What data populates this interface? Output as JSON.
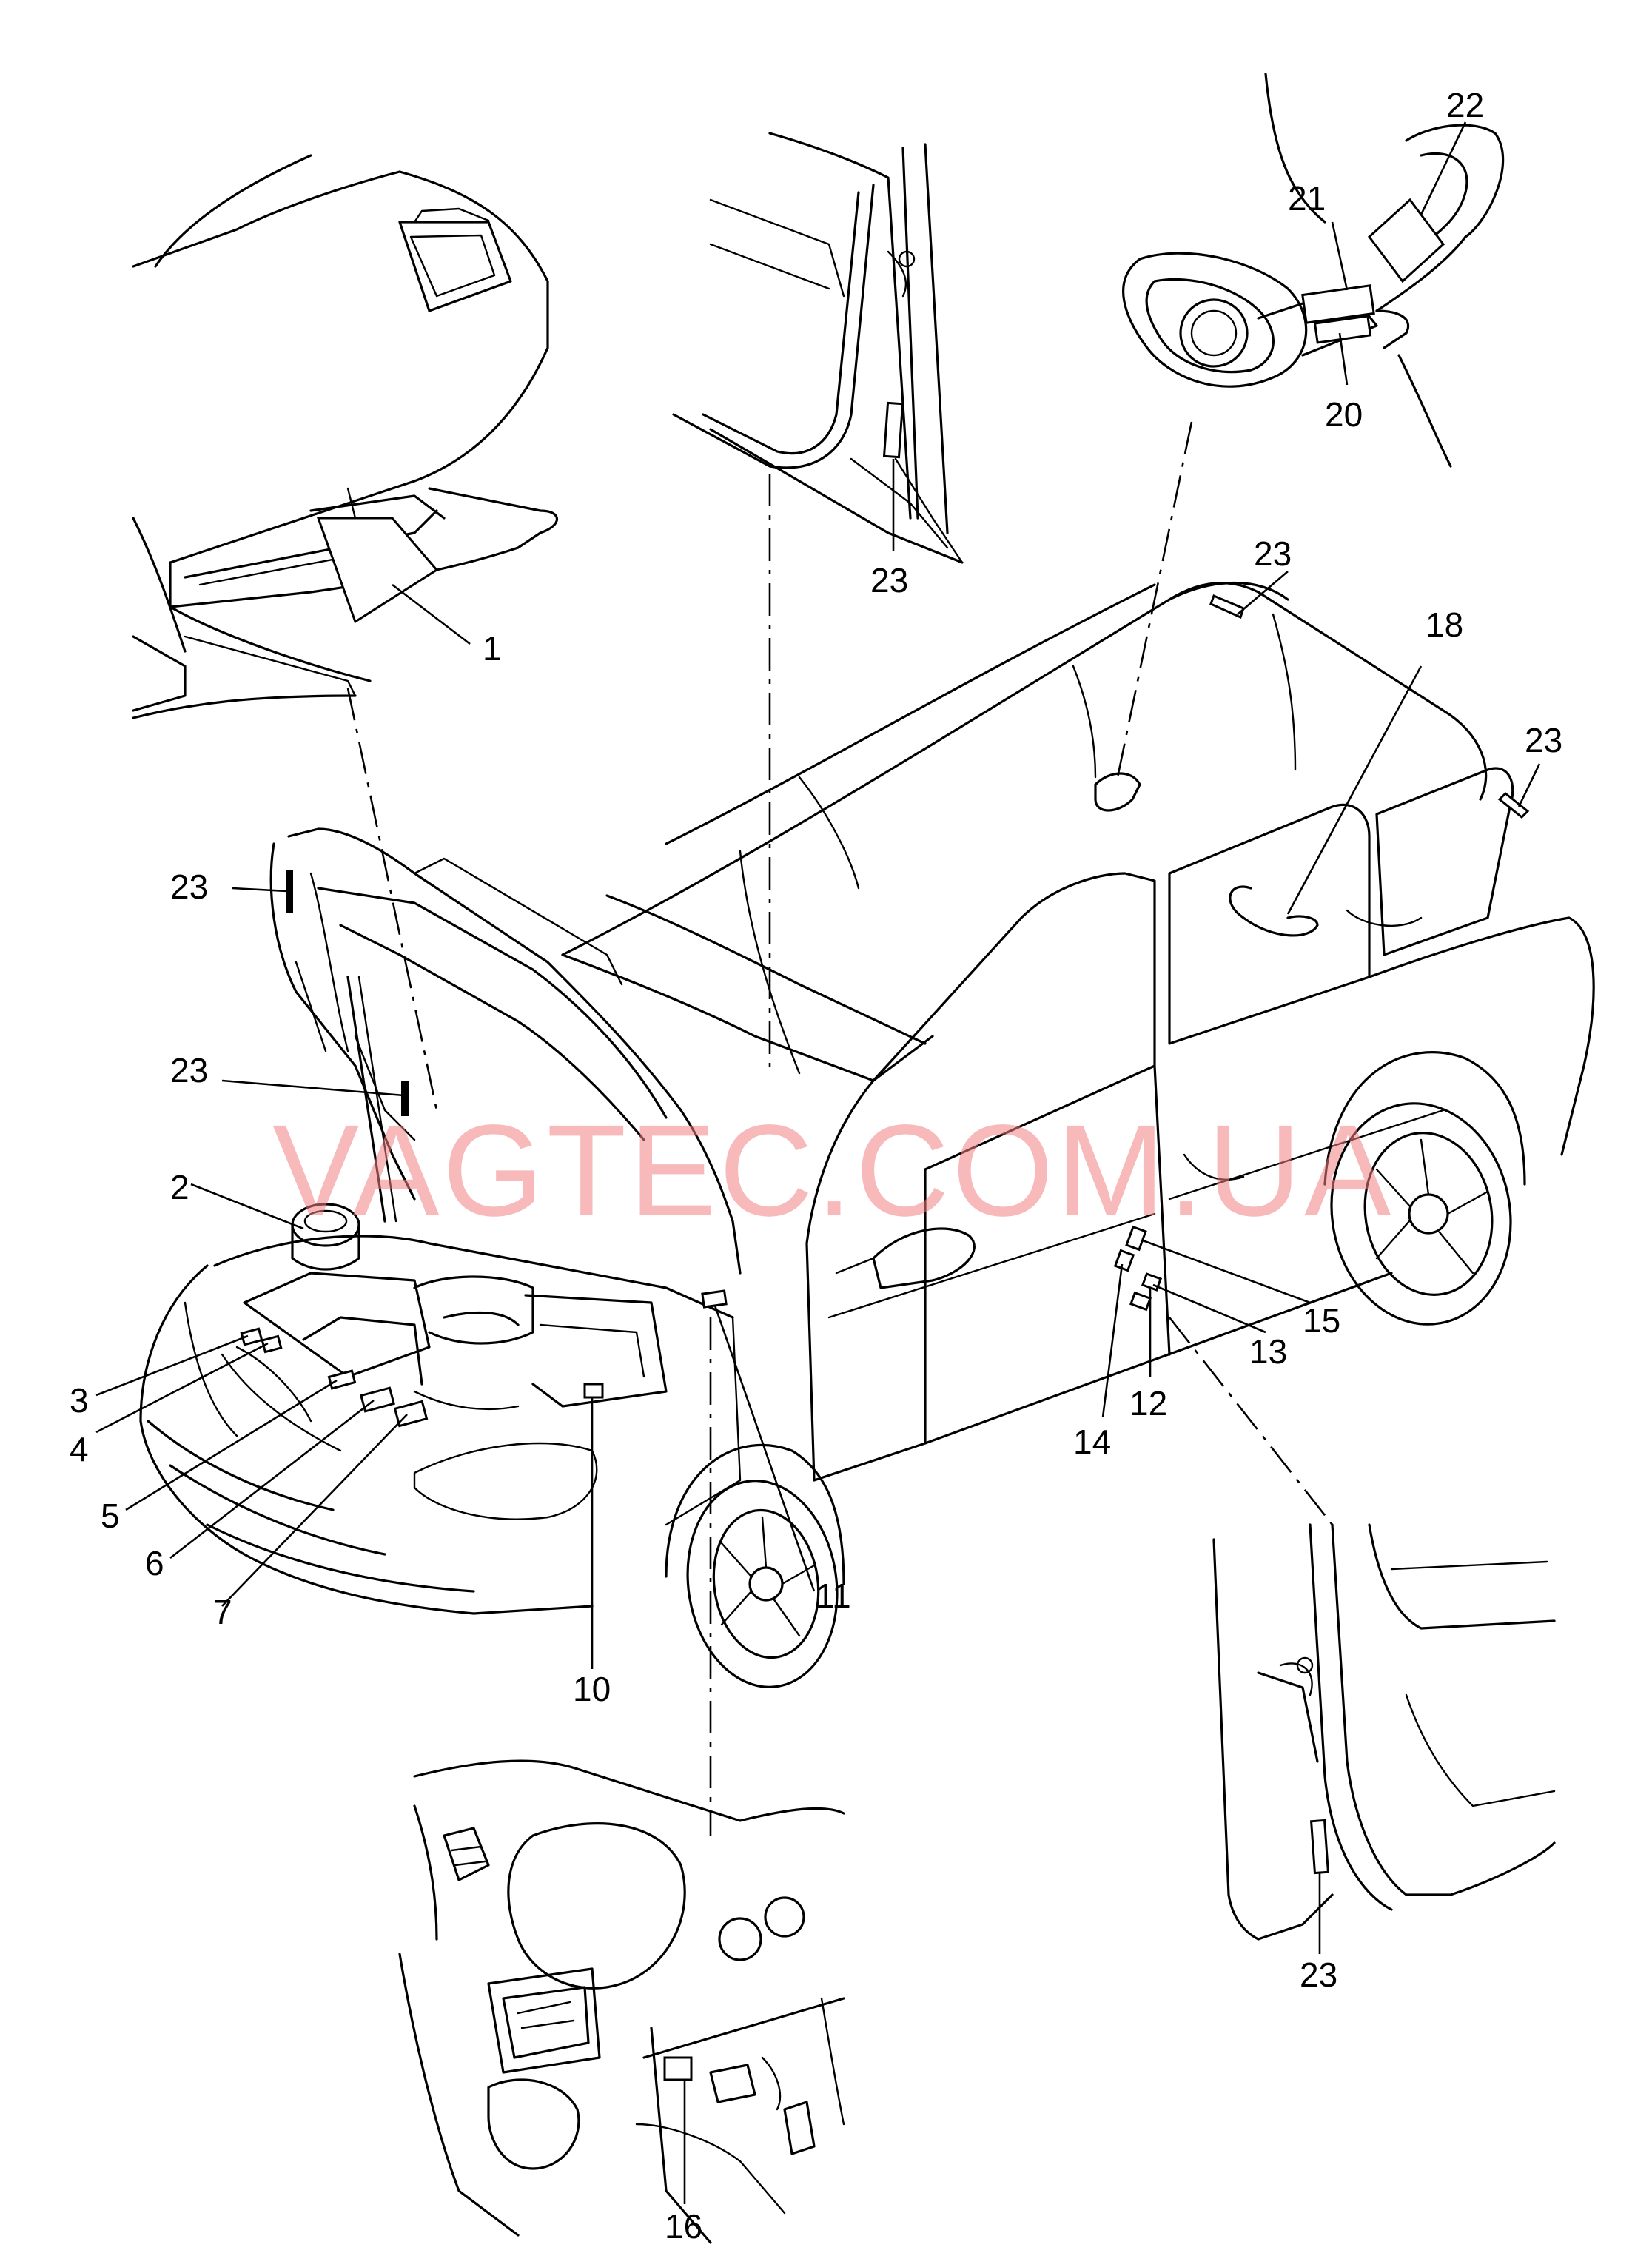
{
  "watermark": "VAGTEC.COM.UA",
  "colors": {
    "line": "#000000",
    "background": "#ffffff",
    "watermark": "#f08080"
  },
  "callouts": {
    "c1": "1",
    "c2": "2",
    "c3": "3",
    "c4": "4",
    "c5": "5",
    "c6": "6",
    "c7": "7",
    "c10": "10",
    "c11": "11",
    "c12": "12",
    "c13": "13",
    "c14": "14",
    "c15": "15",
    "c16": "16",
    "c18": "18",
    "c20": "20",
    "c21": "21",
    "c22": "22",
    "c23_top_door": "23",
    "c23_roof": "23",
    "c23_rear": "23",
    "c23_hood_edge": "23",
    "c23_strut": "23",
    "c23_rear_pillar": "23"
  }
}
